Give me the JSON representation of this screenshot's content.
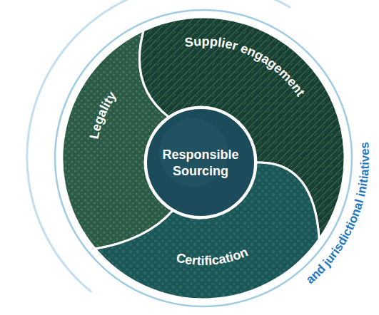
{
  "diagram": {
    "nodes": [
      {
        "text": [
          "Responsible Sourcing"
        ]
      },
      {
        "text": [
          "Legality"
        ]
      },
      {
        "text": [
          "Supplier engagement"
        ]
      },
      {
        "text": [
          "Certification"
        ]
      }
    ],
    "labels": [
      "and jurisdictional initiatives"
    ]
  }
}
